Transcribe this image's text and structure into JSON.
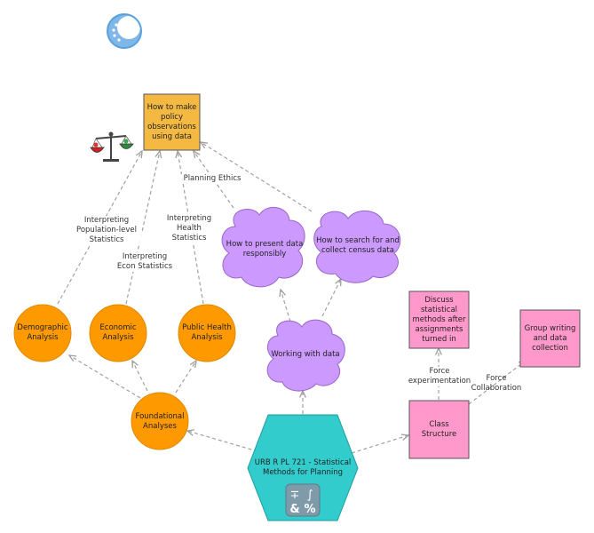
{
  "nodes": {
    "policy": "How to make policy observations using data",
    "present": "How to present data responsibly",
    "search": "How to search for and collect census data",
    "demographic": "Demographic Analysis",
    "economic": "Economic Analysis",
    "health": "Public Health Analysis",
    "working": "Working with data",
    "foundational": "Foundational Analyses",
    "course": "URB R PL 721 - Statistical Methods for Planning",
    "discuss": "Discuss statistical methods after assignments turned in",
    "group": "Group writing and data collection",
    "class": "Class Structure"
  },
  "edge_labels": {
    "planning_ethics": "Planning Ethics",
    "interp_pop": "Interpreting\nPopulation-level\nStatistics",
    "interp_econ": "Interpreting\nEcon Statistics",
    "interp_health": "Interpreting\nHealth\nStatistics",
    "force_exp": "Force\nexperimentation",
    "force_collab": "Force\nCollaboration"
  },
  "colors": {
    "orange": "#ff9900",
    "orange_border": "#e08a00",
    "yellow": "#f4b942",
    "purple": "#cc99ff",
    "purple_border": "#9966cc",
    "pink": "#ff99cc",
    "teal": "#33cccc",
    "teal_border": "#1f9c9c",
    "edge": "#a0a0a0"
  },
  "icons": {
    "logo": "circle-logo-icon",
    "scale": "balance-scale-icon",
    "calculator": "calculator-icon"
  }
}
